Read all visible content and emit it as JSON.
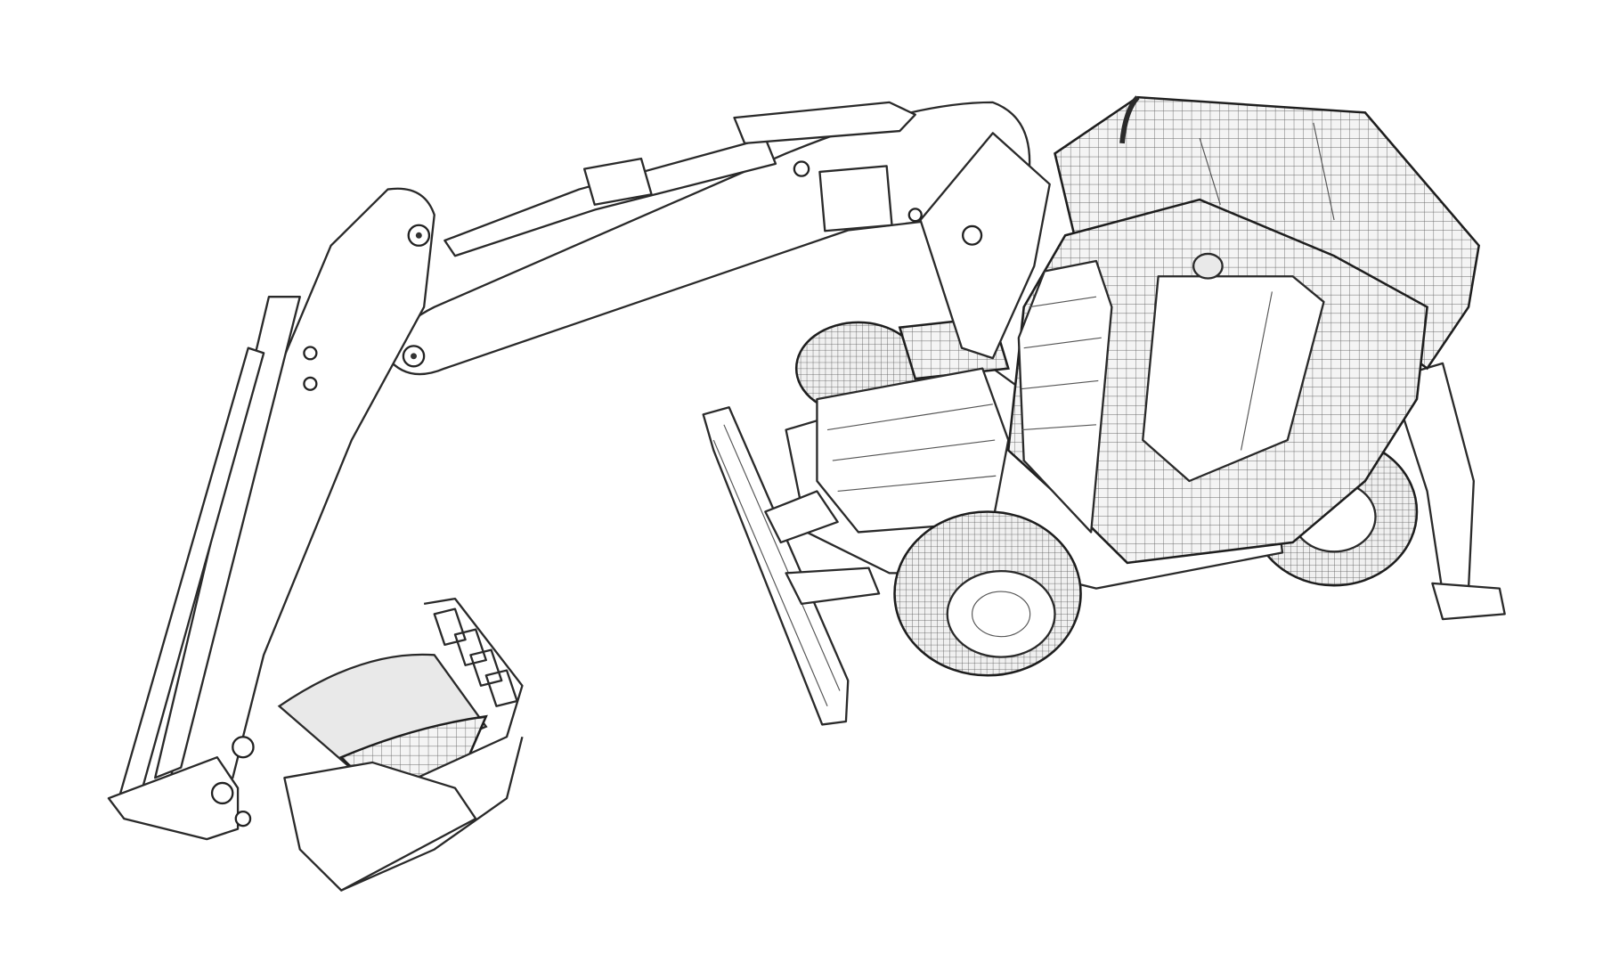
{
  "scene": {
    "subject": "wheeled-excavator-wireframe",
    "background_color": "#ffffff",
    "line_color": "#2a2a2a",
    "parts": [
      "boom",
      "stick",
      "bucket",
      "cab",
      "engine-housing",
      "wheels",
      "dozer-blade",
      "stabilizer"
    ]
  }
}
